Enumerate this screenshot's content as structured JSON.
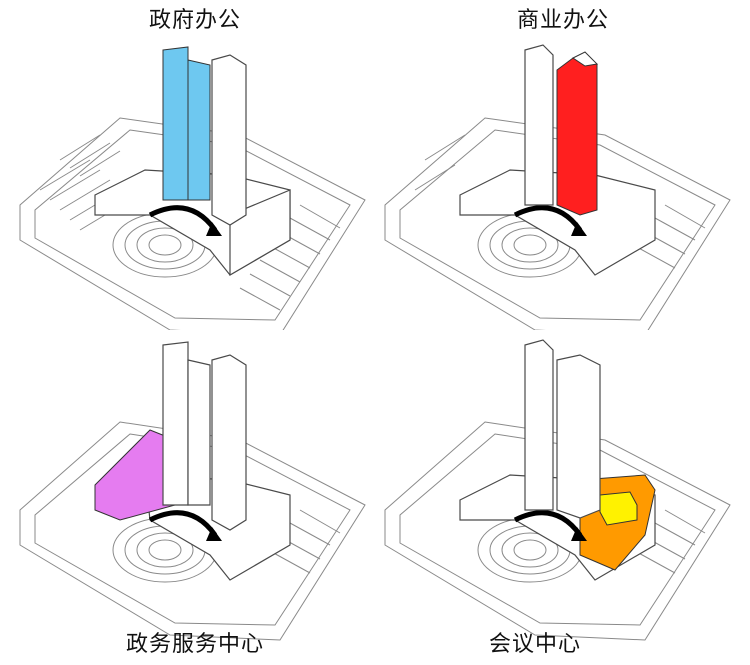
{
  "panels": [
    {
      "label": "政府办公",
      "highlight": "government-office",
      "color": "#6ec8f0"
    },
    {
      "label": "商业办公",
      "highlight": "commercial-office",
      "color": "#ff1f1f"
    },
    {
      "label": "政务服务中心",
      "highlight": "service-center",
      "color": "#e57cf0"
    },
    {
      "label": "会议中心",
      "highlight": "conference-center",
      "color": "#ff9a00"
    }
  ],
  "colors": {
    "secondary_highlight": "#fff200"
  }
}
